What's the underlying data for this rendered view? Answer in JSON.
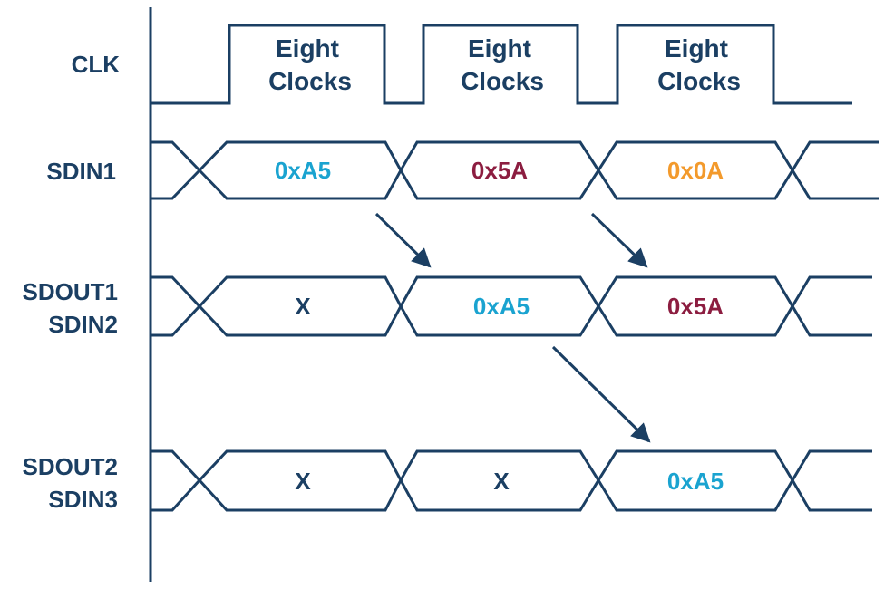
{
  "signals": {
    "clk": "CLK",
    "sdin1": "SDIN1",
    "sdout1": "SDOUT1",
    "sdin2": "SDIN2",
    "sdout2": "SDOUT2",
    "sdin3": "SDIN3"
  },
  "clock_pulses": [
    {
      "line1": "Eight",
      "line2": "Clocks"
    },
    {
      "line1": "Eight",
      "line2": "Clocks"
    },
    {
      "line1": "Eight",
      "line2": "Clocks"
    }
  ],
  "buses": {
    "sdin1": [
      "0xA5",
      "0x5A",
      "0x0A"
    ],
    "sdout1_sdin2": [
      "X",
      "0xA5",
      "0x5A"
    ],
    "sdout2_sdin3": [
      "X",
      "X",
      "0xA5"
    ]
  },
  "colors": {
    "line": "#1b3f63",
    "value_0xA5": "#1aa3d0",
    "value_0x5A": "#8c1d40",
    "value_0x0A": "#f39a2c",
    "value_X": "#1b3f63"
  }
}
